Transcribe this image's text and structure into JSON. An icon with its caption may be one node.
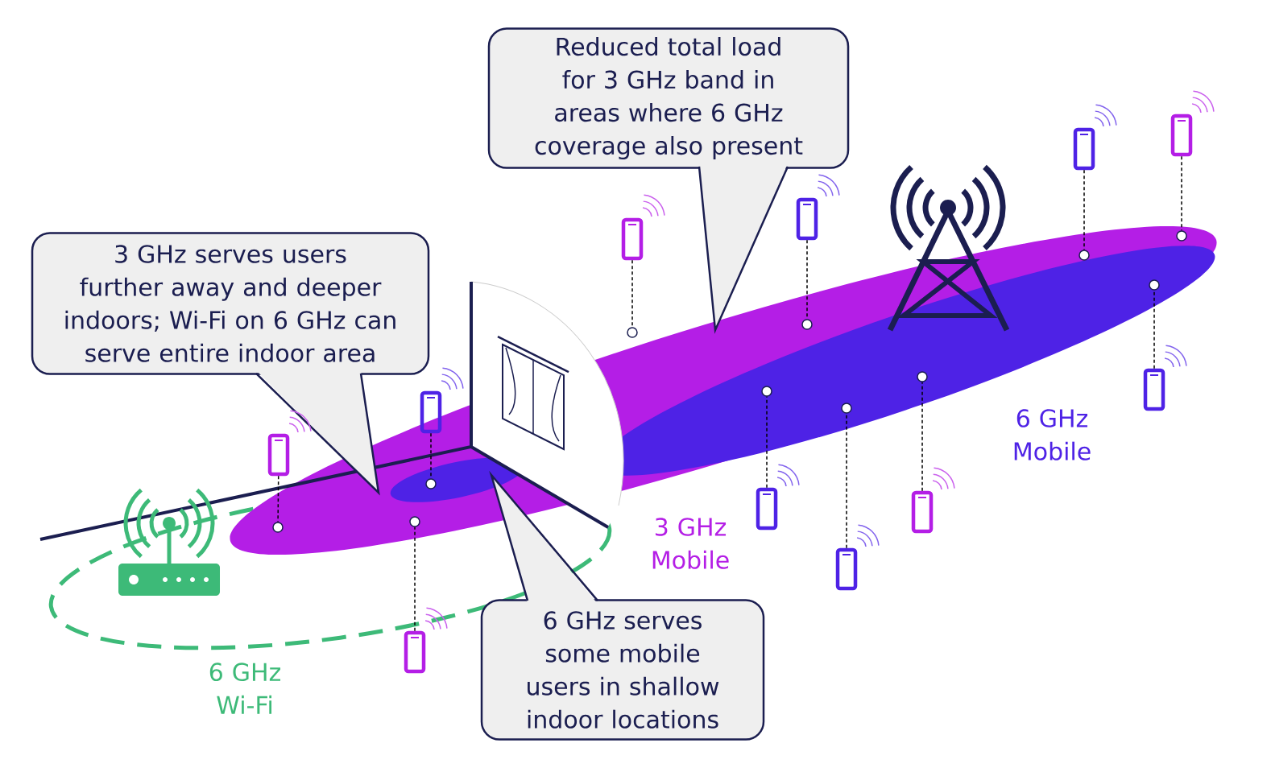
{
  "diagram": {
    "nodes": [
      {
        "text": [
          "Reduced total load for 3 GHz band in areas where 6 GHz coverage also present"
        ]
      },
      {
        "text": [
          "3 GHz serves users further away and deeper indoors; Wi-Fi on 6 GHz can serve entire indoor area"
        ]
      },
      {
        "text": [
          "6 GHz serves some mobile users in shallow indoor locations"
        ]
      },
      {
        "text": [],
        "shape": "phone"
      },
      {
        "text": [],
        "shape": "phone"
      },
      {
        "text": [],
        "shape": "phone"
      },
      {
        "text": [],
        "shape": "phone"
      },
      {
        "text": [],
        "shape": "phone"
      },
      {
        "text": [],
        "shape": "phone"
      },
      {
        "text": [],
        "shape": "phone"
      },
      {
        "text": [],
        "shape": "phone"
      },
      {
        "text": [],
        "shape": "phone"
      },
      {
        "text": [],
        "shape": "phone"
      },
      {
        "text": [],
        "shape": "phone"
      },
      {
        "text": [],
        "shape": "circle"
      },
      {
        "text": [],
        "shape": "circle"
      },
      {
        "text": [],
        "shape": "circle"
      },
      {
        "text": [],
        "shape": "circle"
      },
      {
        "text": [],
        "shape": "circle"
      },
      {
        "text": [],
        "shape": "circle"
      },
      {
        "text": [],
        "shape": "circle"
      },
      {
        "text": [],
        "shape": "circle"
      },
      {
        "text": [],
        "shape": "circle"
      },
      {
        "text": [],
        "shape": "circle"
      },
      {
        "text": [],
        "shape": "circle"
      }
    ],
    "edges": [
      {
        "from": 3,
        "to": 14,
        "arrow": "none",
        "style": "dashed"
      },
      {
        "from": 4,
        "to": 15,
        "arrow": "none",
        "style": "dashed"
      },
      {
        "from": 5,
        "to": 16,
        "arrow": "none",
        "style": "dashed"
      },
      {
        "from": 6,
        "to": 17,
        "arrow": "none",
        "style": "dashed"
      },
      {
        "from": 7,
        "to": 18,
        "arrow": "none",
        "style": "dashed"
      },
      {
        "from": 8,
        "to": 19,
        "arrow": "none",
        "style": "dashed"
      },
      {
        "from": 9,
        "to": 20,
        "arrow": "none",
        "style": "dashed"
      },
      {
        "from": 10,
        "to": 21,
        "arrow": "none",
        "style": "dashed"
      },
      {
        "from": 11,
        "to": 22,
        "arrow": "none",
        "style": "dashed"
      },
      {
        "from": 12,
        "to": 23,
        "arrow": "none",
        "style": "dashed"
      },
      {
        "from": 13,
        "to": 24,
        "arrow": "none",
        "style": "dashed"
      }
    ],
    "labels": [
      "6 GHz Mobile",
      "3 GHz Mobile",
      "6 GHz Wi-Fi"
    ]
  }
}
